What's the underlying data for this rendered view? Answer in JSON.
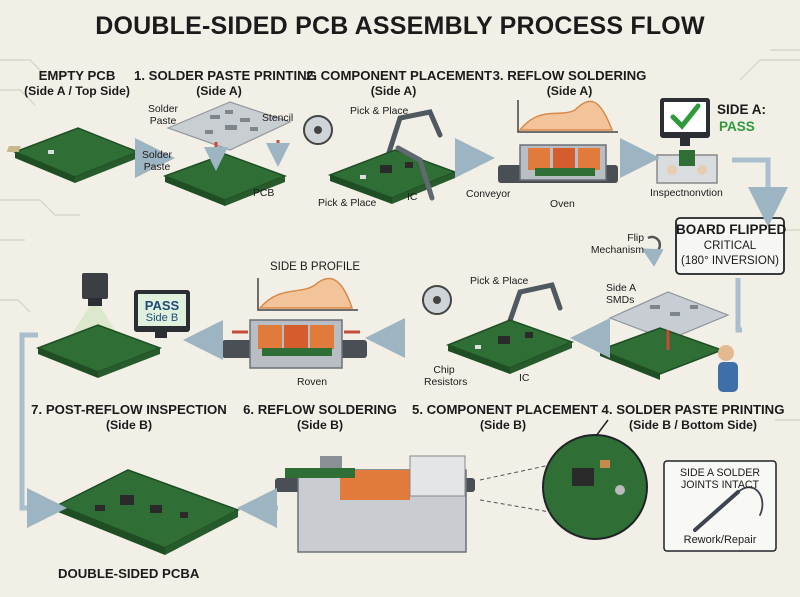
{
  "title": "DOUBLE-SIDED PCB ASSEMBLY PROCESS FLOW",
  "steps": {
    "empty": {
      "name": "EMPTY PCB",
      "sub": "(Side A / Top Side)"
    },
    "s1": {
      "name": "1. SOLDER PASTE PRINTING",
      "sub": "(Side A)"
    },
    "s2": {
      "name": "2. COMPONENT PLACEMENT",
      "sub": "(Side A)"
    },
    "s3": {
      "name": "3. REFLOW SOLDERING",
      "sub": "(Side A)"
    },
    "s4": {
      "name": "4. SOLDER PASTE PRINTING",
      "sub": "(Side B / Bottom Side)"
    },
    "s5": {
      "name": "5. COMPONENT PLACEMENT",
      "sub": "(Side B)"
    },
    "s6": {
      "name": "6. REFLOW SOLDERING",
      "sub": "(Side B)"
    },
    "s7": {
      "name": "7. POST-REFLOW INSPECTION",
      "sub": "(Side B)"
    },
    "final": {
      "name": "DOUBLE-SIDED PCBA"
    }
  },
  "labels": {
    "solder_paste_top": "Solder Paste",
    "solder_paste_bottom": "Solder Paste",
    "stencil": "Stencil",
    "pcb": "PCB",
    "pick_place_top": "Pick & Place",
    "pick_place_bottom": "Pick & Place",
    "ic": "IC",
    "conveyor": "Conveyor",
    "oven": "Oven",
    "side_a_label": "SIDE A:",
    "side_a_pass": "PASS",
    "inspection": "Inspectnonvtion",
    "board_flipped": "BOARD FLIPPED",
    "critical": "CRITICAL",
    "inversion": "(180° INVERSION)",
    "flip_mechanism": "Flip Mechanism",
    "side_a_smds": "Side A SMDs",
    "pick_place_b": "Pick & Place",
    "chip_resistors": "Chip Resistors",
    "ic_b": "IC",
    "side_b_profile": "SIDE B PROFILE",
    "roven": "Roven",
    "pass_b": "PASS",
    "side_b": "Side B",
    "side_a_joints": "SIDE A SOLDER JOINTS INTACT",
    "rework": "Rework/Repair"
  },
  "icons": [
    "checkmark-icon",
    "flip-arrows-icon",
    "camera-icon",
    "soldering-iron-icon",
    "magnifier-icon"
  ],
  "colors": {
    "pcb_green": "#2f6e34",
    "oven_orange": "#e07b3c",
    "pass_green": "#2e9a3c",
    "arrow_blue": "#a9bfcd",
    "background": "#f1efe6"
  }
}
